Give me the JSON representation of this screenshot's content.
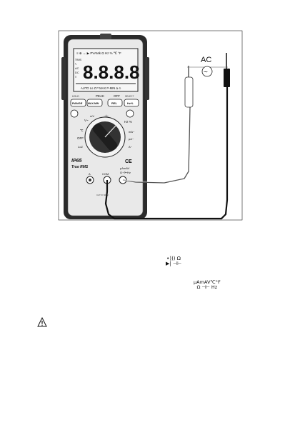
{
  "figure": {
    "ac_label": "AC",
    "ac_wave": "~",
    "lcd_digits": "8.8.8.8",
    "lcd_top_row": "≡ ⊕ ↔ ▶ PVAMk Ω Hz % ℃ °F",
    "lcd_left_flags": [
      "TRMS",
      "ϟ",
      "AC",
      "DC",
      "≡"
    ],
    "lcd_bottom_row": "AUTO Lo Z P MAX P-MIN Δ ⊙",
    "peak_label": "PEAK",
    "off_label": "OFF",
    "hold_label": "HOLD",
    "select_label": "SELECT",
    "buttons": [
      "RANGE",
      "MAX-MIN",
      "REL",
      "Hz%"
    ],
    "dial_labels": {
      "v": "V~",
      "mv": "mV",
      "hz": "Hz %",
      "ma": "mA~",
      "ua": "μA~",
      "a": "A~",
      "temp": "℃",
      "off": "OFF",
      "loz": "LoZ",
      "cap": "⊣⊢"
    },
    "ip_rating": "IP65",
    "true_rms": "True RMS",
    "ce": "CE",
    "com_jack": "COM",
    "a_jack": "A",
    "v_jack_label": "μAmAV",
    "v_jack_sub": "Ω⊣⊢Hz",
    "bottom_tiny": "CAT III 600V"
  },
  "symbols": {
    "diode_ohm_top": "•))) Ω",
    "diode_ohm_bottom": "▶| ⊣⊢",
    "func_top": "μAmAV℃°F",
    "func_bottom": "Ω ⊣⊢ Hz"
  },
  "warning_icon": "warning-triangle-icon"
}
